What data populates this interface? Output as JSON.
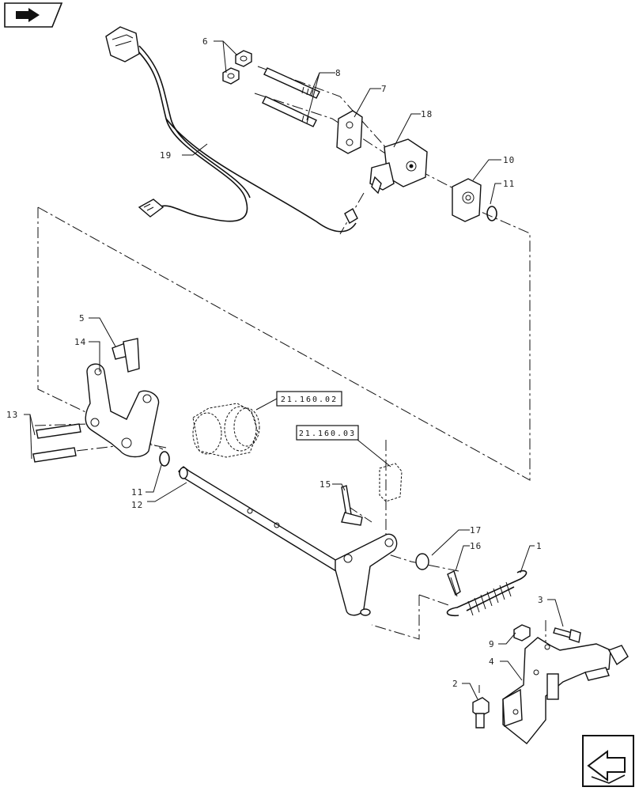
{
  "icons": {
    "top_left": "book-arrow-icon",
    "bottom_right": "next-page-arrow-icon"
  },
  "callouts": [
    {
      "id": "c1",
      "text": "1"
    },
    {
      "id": "c2",
      "text": "2"
    },
    {
      "id": "c3",
      "text": "3"
    },
    {
      "id": "c4",
      "text": "4"
    },
    {
      "id": "c5",
      "text": "5"
    },
    {
      "id": "c6",
      "text": "6"
    },
    {
      "id": "c7",
      "text": "7"
    },
    {
      "id": "c8",
      "text": "8"
    },
    {
      "id": "c9",
      "text": "9"
    },
    {
      "id": "c10",
      "text": "10"
    },
    {
      "id": "c11a",
      "text": "11"
    },
    {
      "id": "c11b",
      "text": "11"
    },
    {
      "id": "c12",
      "text": "12"
    },
    {
      "id": "c13",
      "text": "13"
    },
    {
      "id": "c14",
      "text": "14"
    },
    {
      "id": "c15",
      "text": "15"
    },
    {
      "id": "c16",
      "text": "16"
    },
    {
      "id": "c17",
      "text": "17"
    },
    {
      "id": "c18",
      "text": "18"
    },
    {
      "id": "c19",
      "text": "19"
    }
  ],
  "references": [
    {
      "id": "ref1",
      "text": "21.160.02"
    },
    {
      "id": "ref2",
      "text": "21.160.03"
    }
  ]
}
